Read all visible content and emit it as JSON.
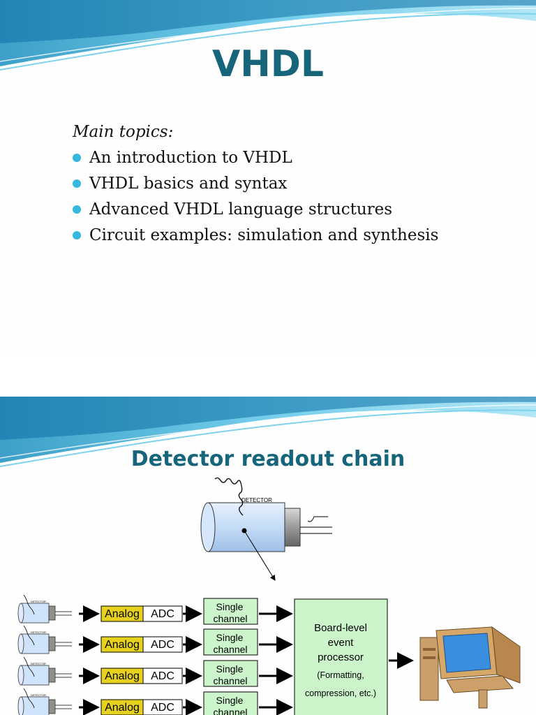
{
  "slide1": {
    "title": "VHDL",
    "lead": "Main topics:",
    "topics": [
      "An introduction to VHDL",
      "VHDL basics and syntax",
      "Advanced VHDL language structures",
      "Circuit examples: simulation and synthesis"
    ]
  },
  "slide2": {
    "title": "Detector readout chain",
    "detector_label": "DETECTOR",
    "small_detector_label": "DETECTOR",
    "channels": [
      {
        "analog": "Analog",
        "adc": "ADC",
        "single1": "Single",
        "single2": "channel"
      },
      {
        "analog": "Analog",
        "adc": "ADC",
        "single1": "Single",
        "single2": "channel"
      },
      {
        "analog": "Analog",
        "adc": "ADC",
        "single1": "Single",
        "single2": "channel"
      },
      {
        "analog": "Analog",
        "adc": "ADC",
        "single1": "Single",
        "single2": "channel"
      }
    ],
    "processor": {
      "line1": "Board-level",
      "line2": "event",
      "line3": "processor",
      "line4": "(Formatting,",
      "line5": "compression, etc.)"
    }
  },
  "colors": {
    "title": "#17657a",
    "bullet": "#35b8dc",
    "analog_fill": "#e6d21e",
    "channel_fill": "#ccf5cc",
    "detector_fill": "#cfe4fb"
  }
}
